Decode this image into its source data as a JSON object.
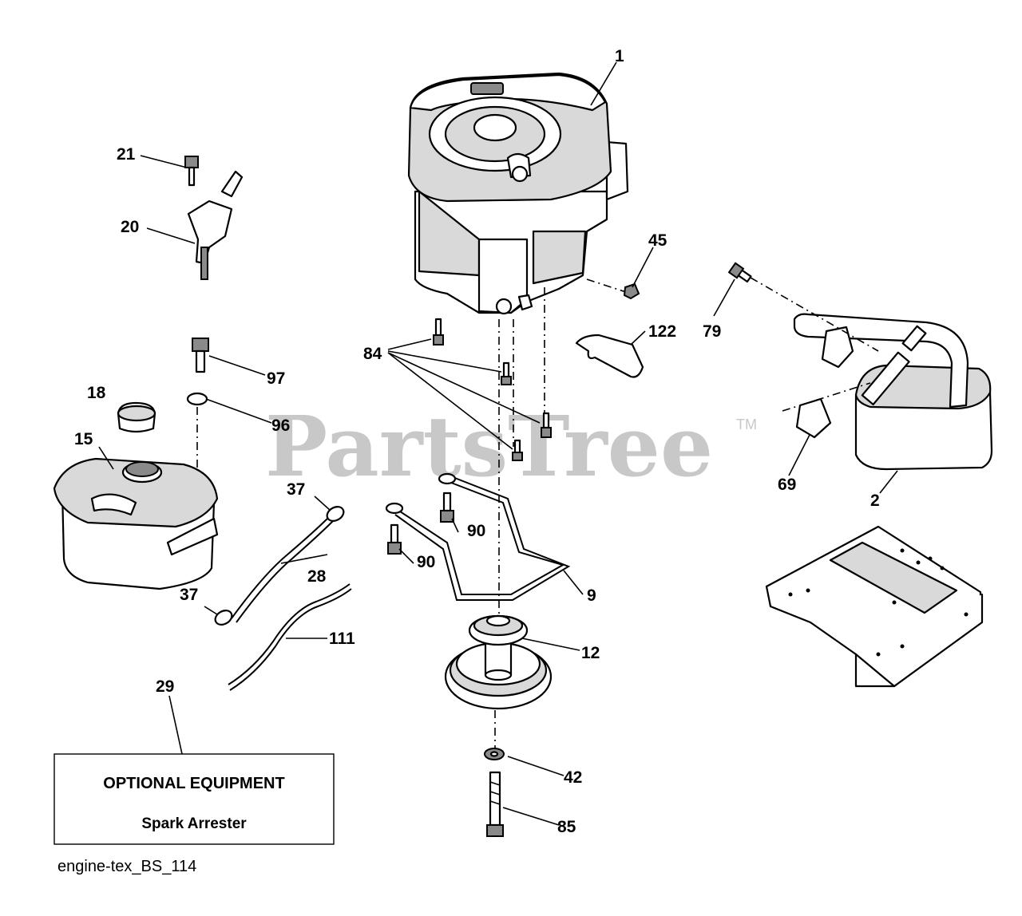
{
  "watermark": {
    "text": "PartsTree",
    "tm": "TM"
  },
  "callouts": {
    "c1": "1",
    "c2": "2",
    "c9": "9",
    "c12": "12",
    "c15": "15",
    "c18": "18",
    "c20": "20",
    "c21": "21",
    "c28": "28",
    "c29": "29",
    "c37a": "37",
    "c37b": "37",
    "c42": "42",
    "c45": "45",
    "c69": "69",
    "c79": "79",
    "c84": "84",
    "c85": "85",
    "c90a": "90",
    "c90b": "90",
    "c96": "96",
    "c97": "97",
    "c111": "111",
    "c122": "122"
  },
  "optional_box": {
    "title": "OPTIONAL EQUIPMENT",
    "item": "Spark Arrester"
  },
  "caption": "engine-tex_BS_114"
}
